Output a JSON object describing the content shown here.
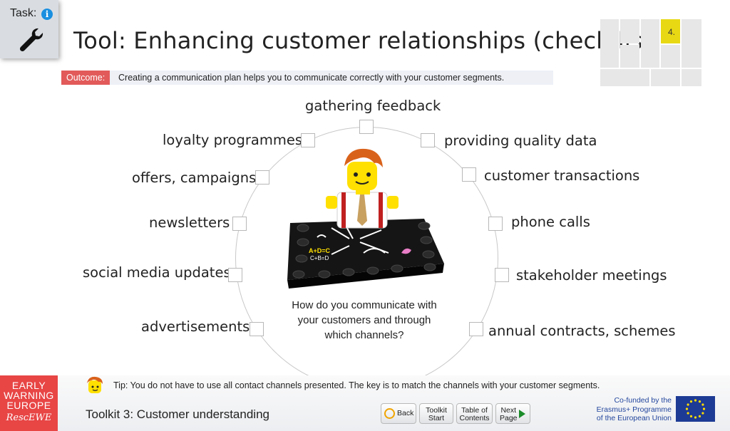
{
  "task": {
    "label": "Task:",
    "info_glyph": "i"
  },
  "header": {
    "title": "Tool: Enhancing customer relationships (check-list)",
    "outcome_tag": "Outcome:",
    "outcome_text": "Creating a communication plan helps you to communicate correctly with your customer segments."
  },
  "mini_map": {
    "active_label": "4."
  },
  "channels": {
    "top": "gathering feedback",
    "left": [
      "loyalty programmes",
      "offers, campaigns",
      "newsletters",
      "social media updates",
      "advertisements"
    ],
    "right": [
      "providing quality data",
      "customer transactions",
      "phone calls",
      "stakeholder meetings",
      "annual contracts, schemes"
    ]
  },
  "question": "How do you communicate with your customers and through which channels?",
  "footer": {
    "logo_lines": [
      "EARLY",
      "WARNING",
      "EUROPE"
    ],
    "logo_sub": "RescEWE",
    "tip": "Tip: You do not have to use all contact channels presented. The key is to match the channels with your customer segments.",
    "toolkit": "Toolkit 3: Customer understanding",
    "nav": {
      "back": "Back",
      "toolkit_start": [
        "Toolkit",
        "Start"
      ],
      "toc": [
        "Table of",
        "Contents"
      ],
      "next": [
        "Next",
        "Page"
      ]
    },
    "eu_text": [
      "Co-funded by the",
      "Erasmus+ Programme",
      "of the European Union"
    ]
  },
  "colors": {
    "accent_red": "#e25a5a",
    "mini_map_active": "#e8d814",
    "eu_blue": "#1d3a94",
    "next_green": "#1b8c2a"
  },
  "icons": [
    "info-icon",
    "wrench-icon",
    "back-arrow-icon",
    "next-arrow-icon",
    "eu-flag-icon",
    "lego-figure-illustration"
  ]
}
